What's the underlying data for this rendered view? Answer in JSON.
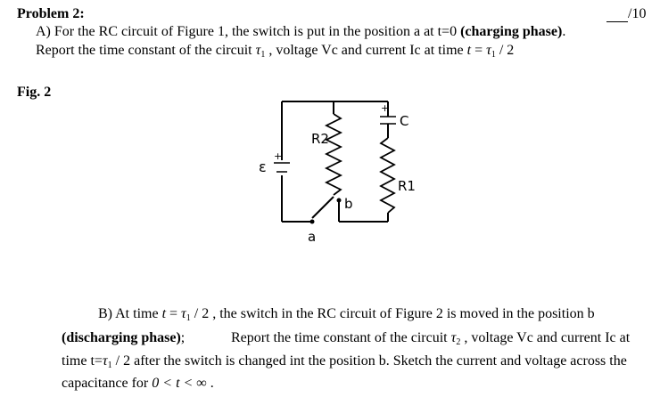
{
  "header": {
    "problem_label": "Problem 2:",
    "score": "/10"
  },
  "part_a": {
    "line1_prefix": "A) For the RC circuit of Figure 1, the switch is put in the position a at t=0 ",
    "line1_bold": "(charging phase)",
    "line1_end": ".",
    "line2_prefix": "Report the time constant of the circuit ",
    "tau": "τ",
    "sub1": "1",
    "line2_mid": " , voltage Vc and current Ic at time ",
    "t": "t",
    "eq": " = ",
    "slash2": " / 2"
  },
  "figure": {
    "caption": "Fig. 2",
    "labels": {
      "emf": "ε",
      "plus": "+",
      "r2": "R2",
      "r1": "R1",
      "c": "C",
      "a": "a",
      "b": "b"
    }
  },
  "part_b": {
    "line1_prefix": "B) At time ",
    "line1_suffix": " , the switch in the RC circuit of Figure 2 is moved in the position b",
    "line2_bold": "(discharging phase)",
    "line2_sep": ";",
    "line2_text": "Report the time constant of the circuit ",
    "sub2": "2",
    "line2_end": " , voltage Vc and current Ic at",
    "line3_prefix": "time t=",
    "line3_suffix": " after the switch is changed int the position b. Sketch the current and voltage across the",
    "line4_prefix": "capacitance for ",
    "line4_math": "0 < t < ∞",
    "line4_end": " ."
  }
}
